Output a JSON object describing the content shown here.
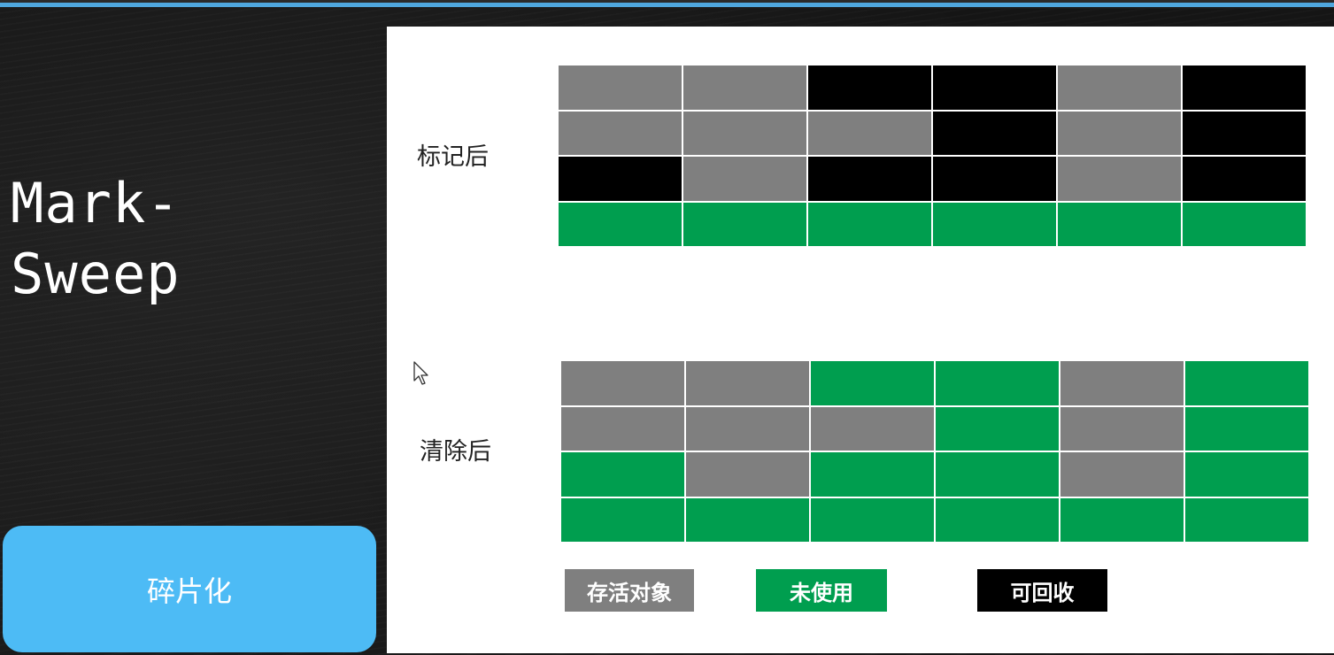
{
  "slide": {
    "title_line1": "Mark-",
    "title_line2": "Sweep",
    "tag_label": "碎片化"
  },
  "diagram": {
    "after_mark": {
      "label": "标记后",
      "rows": [
        [
          "live",
          "live",
          "reclaimable",
          "reclaimable",
          "live",
          "reclaimable"
        ],
        [
          "live",
          "live",
          "live",
          "reclaimable",
          "live",
          "reclaimable"
        ],
        [
          "reclaimable",
          "live",
          "reclaimable",
          "reclaimable",
          "live",
          "reclaimable"
        ],
        [
          "unused",
          "unused",
          "unused",
          "unused",
          "unused",
          "unused"
        ]
      ]
    },
    "after_sweep": {
      "label": "清除后",
      "rows": [
        [
          "live",
          "live",
          "unused",
          "unused",
          "live",
          "unused"
        ],
        [
          "live",
          "live",
          "live",
          "unused",
          "live",
          "unused"
        ],
        [
          "unused",
          "live",
          "unused",
          "unused",
          "live",
          "unused"
        ],
        [
          "unused",
          "unused",
          "unused",
          "unused",
          "unused",
          "unused"
        ]
      ]
    },
    "legend": [
      {
        "key": "live",
        "label": "存活对象",
        "color": "#7f7f7f"
      },
      {
        "key": "unused",
        "label": "未使用",
        "color": "#009e4f"
      },
      {
        "key": "reclaimable",
        "label": "可回收",
        "color": "#000000"
      }
    ]
  },
  "icons": {
    "cursor": "mouse-pointer-icon"
  }
}
